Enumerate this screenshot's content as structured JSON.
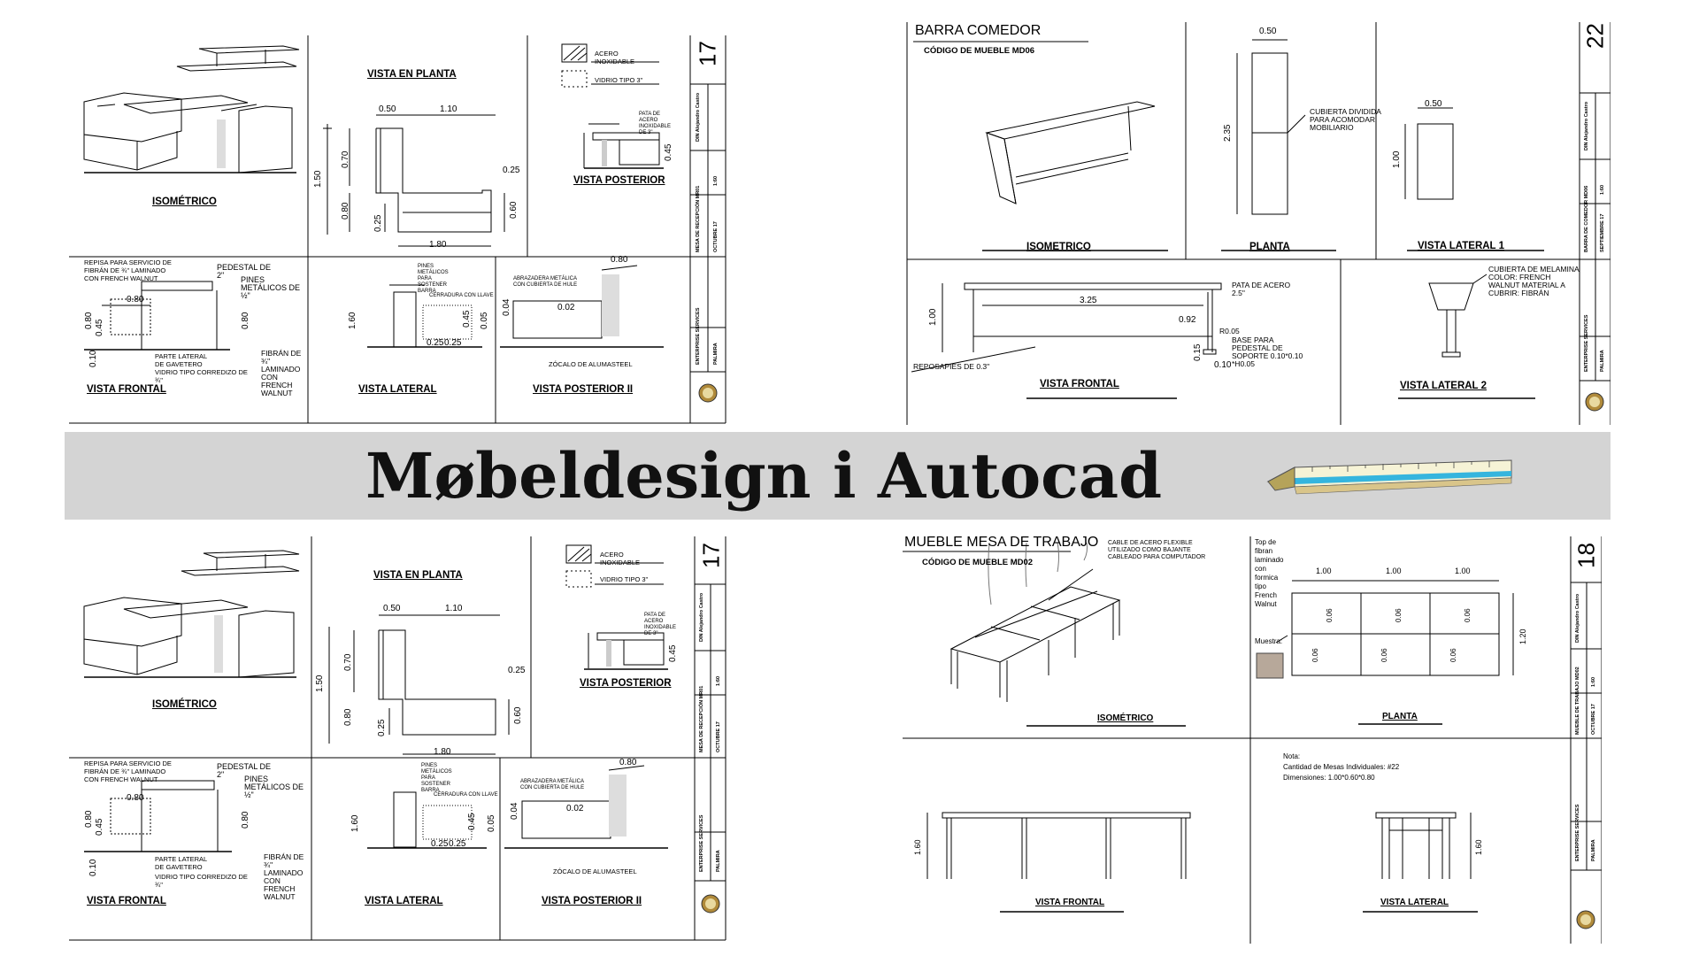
{
  "banner": {
    "title": "Møbeldesign i Autocad",
    "ruler_icon": "scale-ruler-icon"
  },
  "sheet_reception_top": {
    "sheet_number": "17",
    "views": {
      "isometric": "ISOMÉTRICO",
      "plan": "VISTA EN PLANTA",
      "rear": "VISTA POSTERIOR",
      "front": "VISTA FRONTAL",
      "side": "VISTA LATERAL",
      "rear2": "VISTA POSTERIOR II"
    },
    "dims": {
      "d050": "0.50",
      "d110": "1.10",
      "d070": "0.70",
      "d150": "1.50",
      "d025a": "0.25",
      "d080": "0.80",
      "d025b": "0.25",
      "d060": "0.60",
      "d180": "1.80",
      "d045": "0.45",
      "f080": "0.80",
      "f080b": "0.80",
      "f045": "0.45",
      "f080c": "0.80",
      "f010": "0.10",
      "l160": "1.60",
      "l025a": "0.25",
      "l025b": "0.25",
      "l045": "0.45",
      "l005": "0.05",
      "r080": "0.80",
      "r004": "0.04",
      "r002": "0.02"
    },
    "legend": {
      "item1": "ACERO INOXIDABLE",
      "item2": "VIDRIO TIPO 3\""
    },
    "notes": {
      "repisa": "REPISA PARA SERVICIO DE FIBRÁN DE ¾\" LAMINADO CON FRENCH WALNUT",
      "pedestal": "PEDESTAL DE 2\"",
      "pines": "PINES METÁLICOS DE ½\"",
      "parte_lateral": "PARTE LATERAL DE GAVETERO",
      "vidrio": "VIDRIO TIPO CORREDIZO DE ¾\"",
      "fibran": "FIBRÁN DE ¾\" LAMINADO CON FRENCH WALNUT",
      "pines_soporte": "PINES METÁLICOS PARA SOSTENER BARRA",
      "cerradura": "CERRADURA CON LLAVE",
      "abrazadera": "ABRAZADERA METÁLICA CON CUBIERTA DE HULE",
      "zocalo": "ZÓCALO DE ALUMASTEEL",
      "pata": "PATA DE ACERO INOXIDABLE DE 3\""
    },
    "title_block": {
      "drawn": "DIN Alejandro Castro",
      "drawing": "MESA DE RECEPCIÓN MR01",
      "scale": "1:60",
      "date": "OCTUBRE 17",
      "client": "ENTERPRISE SERVICES",
      "location": "PALMIRA"
    }
  },
  "sheet_barra": {
    "sheet_number": "22",
    "title": "BARRA COMEDOR",
    "code": "CÓDIGO DE MUEBLE MD06",
    "views": {
      "isometric": "ISOMETRICO",
      "plan": "PLANTA",
      "side1": "VISTA LATERAL 1",
      "front": "VISTA FRONTAL",
      "side2": "VISTA LATERAL 2"
    },
    "dims": {
      "p050": "0.50",
      "p235": "2.35",
      "s050": "0.50",
      "s100": "1.00",
      "f100": "1.00",
      "f325": "3.25",
      "f092": "0.92",
      "f015": "0.15",
      "f010": "0.10"
    },
    "notes": {
      "cubierta": "CUBIERTA DIVIDIDA PARA ACOMODAR MOBILIARIO",
      "pata": "PATA DE ACERO 2.5\"",
      "r": "R0.05",
      "base": "BASE PARA PEDESTAL DE SOPORTE 0.10*0.10 *H0.05",
      "reposapies": "REPOSAPIES DE 0.3\"",
      "melamina": "CUBIERTA DE MELAMINA COLOR: FRENCH WALNUT MATERIAL A CUBRIR: FIBRÁN"
    },
    "title_block": {
      "drawn": "DIN Alejandro Castro",
      "drawing": "BARRA DE COMEDOR MD06",
      "scale": "1:60",
      "date": "SEPTIEMBRE 17",
      "client": "ENTERPRISE SERVICES",
      "location": "PALMIRA"
    }
  },
  "sheet_reception_bottom": {
    "sheet_number": "17",
    "views": {
      "isometric": "ISOMÉTRICO",
      "plan": "VISTA EN PLANTA",
      "rear": "VISTA POSTERIOR",
      "front": "VISTA FRONTAL",
      "side": "VISTA LATERAL",
      "rear2": "VISTA POSTERIOR II"
    },
    "dims": {
      "d050": "0.50",
      "d110": "1.10",
      "d070": "0.70",
      "d150": "1.50",
      "d025a": "0.25",
      "d080": "0.80",
      "d025b": "0.25",
      "d060": "0.60",
      "d180": "1.80",
      "d045": "0.45",
      "f080": "0.80",
      "f080b": "0.80",
      "f045": "0.45",
      "f080c": "0.80",
      "f010": "0.10",
      "l160": "1.60",
      "l025a": "0.25",
      "l025b": "0.25",
      "l045": "0.45",
      "l005": "0.05",
      "r080": "0.80",
      "r004": "0.04",
      "r002": "0.02"
    },
    "legend": {
      "item1": "ACERO INOXIDABLE",
      "item2": "VIDRIO TIPO 3\""
    },
    "notes": {
      "repisa": "REPISA PARA SERVICIO DE FIBRÁN DE ¾\" LAMINADO CON FRENCH WALNUT",
      "pedestal": "PEDESTAL DE 2\"",
      "pines": "PINES METÁLICOS DE ½\"",
      "parte_lateral": "PARTE LATERAL DE GAVETERO",
      "vidrio": "VIDRIO TIPO CORREDIZO DE ¾\"",
      "fibran": "FIBRÁN DE ¾\" LAMINADO CON FRENCH WALNUT",
      "pines_soporte": "PINES METÁLICOS PARA SOSTENER BARRA",
      "cerradura": "CERRADURA CON LLAVE",
      "abrazadera": "ABRAZADERA METÁLICA CON CUBIERTA DE HULE",
      "zocalo": "ZÓCALO DE ALUMASTEEL",
      "pata": "PATA DE ACERO INOXIDABLE DE 3\""
    },
    "title_block": {
      "drawn": "DIN Alejandro Castro",
      "drawing": "MESA DE RECEPCIÓN MR01",
      "scale": "1:60",
      "date": "OCTUBRE 17",
      "client": "ENTERPRISE SERVICES",
      "location": "PALMIRA"
    }
  },
  "sheet_mesa": {
    "sheet_number": "18",
    "title": "MUEBLE MESA DE TRABAJO",
    "code": "CÓDIGO DE MUEBLE MD02",
    "views": {
      "isometric": "ISOMÉTRICO",
      "plan": "PLANTA",
      "front": "VISTA FRONTAL",
      "side": "VISTA LATERAL"
    },
    "dims": {
      "a100": "1.00",
      "b100": "1.00",
      "c100": "1.00",
      "h120": "1.20",
      "g1": "0.06",
      "g2": "0.06",
      "g3": "0.06",
      "g4": "0.06",
      "g5": "0.06",
      "g6": "0.06",
      "f160": "1.60",
      "s160": "1.60"
    },
    "notes": {
      "cable": "CABLE DE ACERO FLEXIBLE UTILIZADO COMO BAJANTE CABLEADO PARA COMPUTADOR",
      "top": "Top de fibran laminado con formica tipo French Walnut",
      "muestra": "Muestra:",
      "nota": "Nota:",
      "cantidad": "Cantidad de Mesas Individuales: #22",
      "dimensiones": "Dimensiones: 1.00*0.60*0.80"
    },
    "title_block": {
      "drawn": "DIN Alejandro Castro",
      "drawing": "MUEBLE DE TRABAJO MD02",
      "scale": "1:60",
      "date": "OCTUBRE 17",
      "client": "ENTERPRISE SERVICES",
      "location": "PALMIRA"
    }
  }
}
